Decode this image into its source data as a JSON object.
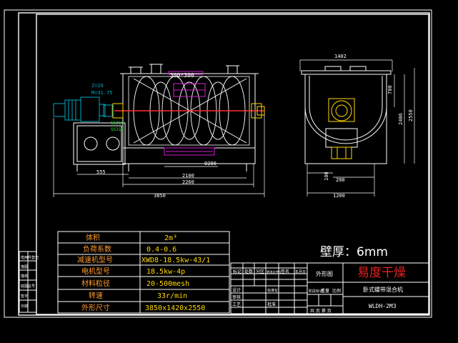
{
  "colors": {
    "background": "#000000",
    "frame": "#ffffff",
    "line": "#ffffff",
    "spiral": "#ffffff",
    "motor": "#00a8c0",
    "flange": "#ffd800",
    "shaft": "#ff3030",
    "inner": "#d020d0",
    "label_orange": "#ff9a2e",
    "label_yellow": "#ffd800",
    "brand": "#e32222",
    "table_text": "#ff9a2e",
    "table_value": "#ffd800",
    "green_text": "#2ee82e",
    "cyan_text": "#30d0e0"
  },
  "front_view": {
    "gear_label": [
      "Z=20",
      "M=31.75"
    ],
    "motor_labels": [
      "SS310",
      "SS310"
    ],
    "top_label": "300*300",
    "dims": {
      "d555": "555",
      "d0200": "0200",
      "d2100": "2100",
      "d2260": "2260",
      "d3850": "3850"
    }
  },
  "side_view": {
    "dims": {
      "d1402": "1402",
      "d700": "700",
      "d2406": "2406",
      "d2550": "2550",
      "d100": "100",
      "d200": "200",
      "d1200": "1200"
    }
  },
  "specs": {
    "rows": [
      {
        "label": "体积",
        "value": "2m³"
      },
      {
        "label": "负荷系数",
        "value": "0.4-0.6"
      },
      {
        "label": "减速机型号",
        "value": "XWD8-18.5kw-43/1"
      },
      {
        "label": "电机型号",
        "value": "18.5kw-4p"
      },
      {
        "label": "材料粒径",
        "value": "20-500mesh"
      },
      {
        "label": "转速",
        "value": "33r/min"
      },
      {
        "label": "外形尺寸",
        "value": "3850x1420x2550"
      }
    ]
  },
  "wall_thickness": "壁厚：6mm",
  "title_block": {
    "view_name": "外形图",
    "brand": "易度干燥",
    "product": "卧式螺带混合机",
    "model": "WLDH-2M3",
    "page_info": "共 页 第 页",
    "hdr1": "标记",
    "hdr2": "处数",
    "hdr3": "分区",
    "hdr4": "更改文件号",
    "hdr5": "签名",
    "hdr6": "年月日",
    "row_design": "设计",
    "row_standard": "标准化",
    "row_check": "审核",
    "row_process": "工艺",
    "row_approve": "批准",
    "col_stage": "阶段标记",
    "col_weight": "重量",
    "col_scale": "比例"
  },
  "left_strip": [
    "借用件登记",
    "描图",
    "描校",
    "底图总号",
    "签字",
    "日期"
  ]
}
